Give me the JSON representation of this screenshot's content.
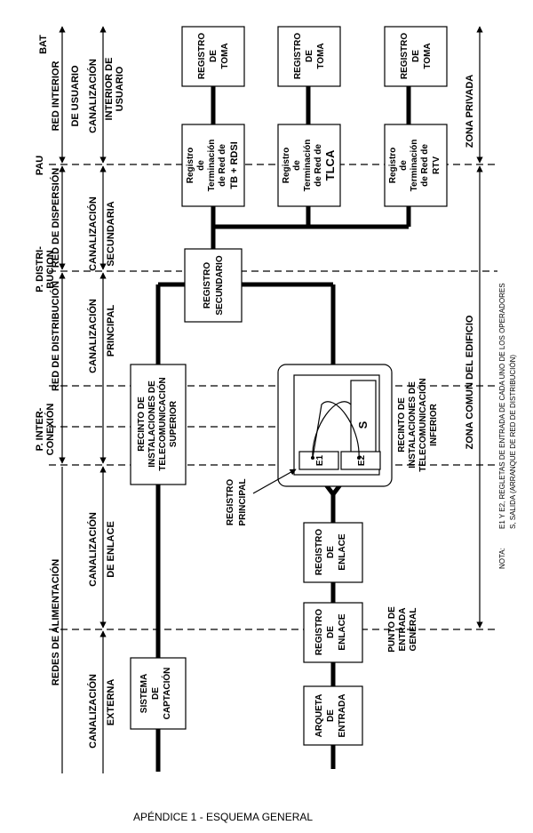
{
  "caption": "APÉNDICE 1 - ESQUEMA GENERAL",
  "zones": {
    "bat": "BAT",
    "pau": "PAU",
    "p_distribucion": [
      "P. DISTRI-",
      "BUCION"
    ],
    "p_interconexion": [
      "P. INTER-",
      "CONEXIÓN"
    ],
    "zona_privada": "ZONA PRIVADA",
    "zona_comun": "ZONA COMUN DEL EDIFICIO"
  },
  "networks": {
    "red_interior": [
      "RED INTERIOR",
      "DE USUARIO"
    ],
    "red_dispersion": "RED DE DISPERSIÓN",
    "red_distribucion": "RED DE DISTRIBUCIÓN",
    "redes_alimentacion": "REDES DE ALIMENTACIÓN"
  },
  "canalizaciones": {
    "interior": [
      "CANALIZACIÓN",
      "INTERIOR DE",
      "USUARIO"
    ],
    "secundaria": [
      "CANALIZACIÓN",
      "SECUNDARIA"
    ],
    "principal": [
      "CANALIZACIÓN",
      "PRINCIPAL"
    ],
    "enlace": [
      "CANALIZACIÓN",
      "DE ENLACE"
    ],
    "externa": [
      "CANALIZACIÓN",
      "EXTERNA"
    ]
  },
  "boxes": {
    "toma_1": [
      "REGISTRO",
      "DE",
      "TOMA"
    ],
    "toma_2": [
      "REGISTRO",
      "DE",
      "TOMA"
    ],
    "toma_3": [
      "REGISTRO",
      "DE",
      "TOMA"
    ],
    "term_tb": [
      "Registro",
      "de",
      "Terminación",
      "de Red de",
      "TB + RDSI"
    ],
    "term_tlca": [
      "Registro",
      "de",
      "Terminación",
      "de Red de",
      "TLCA"
    ],
    "term_rtv": [
      "Registro",
      "de",
      "Terminación",
      "de Red de",
      "RTV"
    ],
    "secundario": [
      "REGISTRO",
      "SECUNDARIO"
    ],
    "rits": [
      "RECINTO DE",
      "INSTALACIONES DE",
      "TELECOMUNICACIÓN",
      "SUPERIOR"
    ],
    "riti": [
      "RECINTO DE",
      "INSTALACIONES DE",
      "TELECOMUNICACIÓN",
      "INFERIOR"
    ],
    "s": "S",
    "e1": "E1",
    "e2": "E2",
    "registro_principal": [
      "REGISTRO",
      "PRINCIPAL"
    ],
    "enlace_1": [
      "REGISTRO",
      "DE",
      "ENLACE"
    ],
    "enlace_2": [
      "REGISTRO",
      "DE",
      "ENLACE"
    ],
    "captacion": [
      "SISTEMA",
      "DE",
      "CAPTACIÓN"
    ],
    "arqueta": [
      "ARQUETA",
      "DE",
      "ENTRADA"
    ],
    "punto_entrada": [
      "PUNTO DE",
      "ENTRADA",
      "GENERAL"
    ]
  },
  "note": {
    "label": "NOTA:",
    "line1": "E1 Y E2, REGLETAS DE ENTRADA DE CADA UNO DE LOS OPERADORES",
    "line2": "S, SALIDA (ARRANQUE DE RED DE DISTRIBUCIÓN)"
  }
}
